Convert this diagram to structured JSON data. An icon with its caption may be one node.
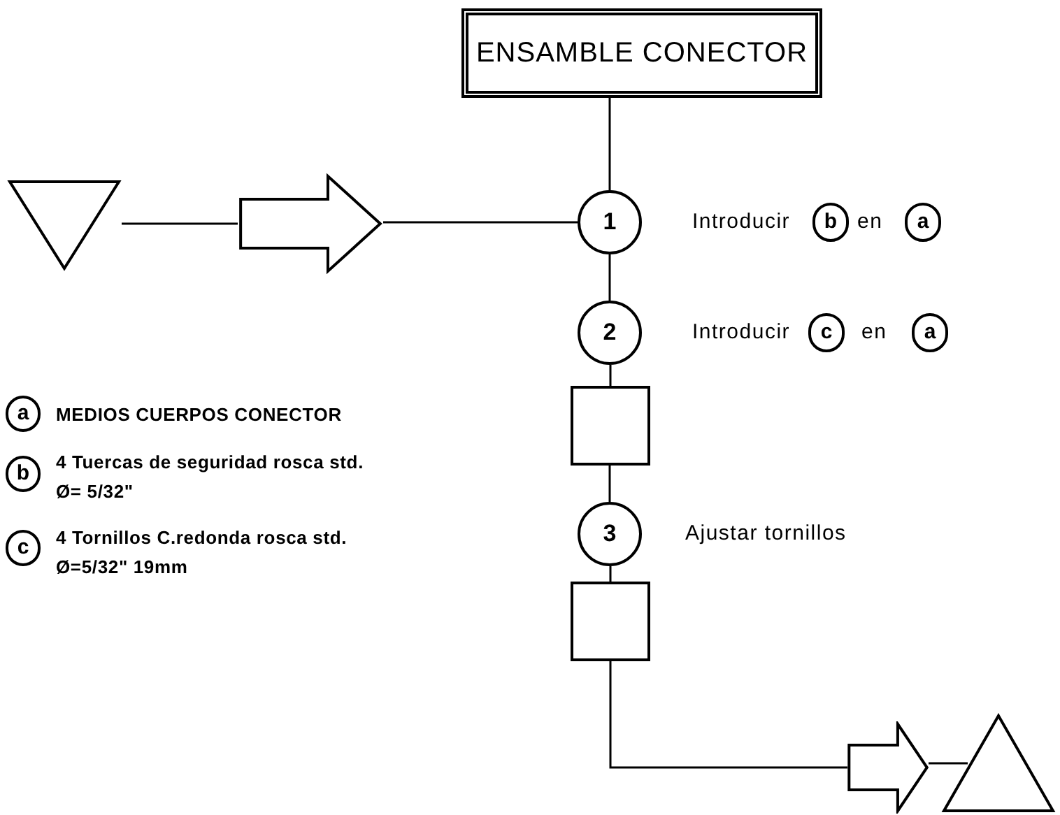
{
  "diagram": {
    "nodes": [
      {
        "text": [
          "ENSAMBLE CONECTOR"
        ]
      },
      {
        "text": [],
        "shape": "triangle"
      },
      {
        "text": [],
        "shape": "arrow"
      },
      {
        "text": [
          "1"
        ]
      },
      {
        "text": [
          "b"
        ]
      },
      {
        "text": [
          "a"
        ]
      },
      {
        "text": [
          "2"
        ]
      },
      {
        "text": [
          "c"
        ]
      },
      {
        "text": [
          "a"
        ]
      },
      {
        "text": [
          "a"
        ],
        "beside": [
          "MEDIOS CUERPOS CONECTOR"
        ]
      },
      {
        "text": [
          "b"
        ],
        "beside": [
          "4 Tuercas de seguridad rosca std. Ø= 5/32\""
        ]
      },
      {
        "text": [],
        "shape": "box"
      },
      {
        "text": [
          "c"
        ],
        "beside": [
          "4 Tornillos C.redonda rosca std. Ø=5/32\" 19mm"
        ]
      },
      {
        "text": [
          "3"
        ],
        "beside": [
          "Ajustar tornillos"
        ]
      },
      {
        "text": [],
        "shape": "box"
      },
      {
        "text": [],
        "shape": "arrow"
      },
      {
        "text": [],
        "shape": "triangle"
      }
    ],
    "edges": [
      {
        "from": 0,
        "to": 3,
        "arrow": "none"
      },
      {
        "from": 1,
        "to": 2,
        "arrow": "none"
      },
      {
        "from": 2,
        "to": 3,
        "arrow": "none"
      },
      {
        "from": 3,
        "to": 6,
        "arrow": "none"
      },
      {
        "from": 6,
        "to": 11,
        "arrow": "none"
      },
      {
        "from": 11,
        "to": 13,
        "arrow": "none"
      },
      {
        "from": 13,
        "to": 14,
        "arrow": "none"
      },
      {
        "from": 14,
        "to": 15,
        "arrow": "none"
      },
      {
        "from": 15,
        "to": 16,
        "arrow": "none"
      }
    ],
    "labels": [
      "Introducir",
      "en",
      "Introducir",
      "en"
    ]
  }
}
